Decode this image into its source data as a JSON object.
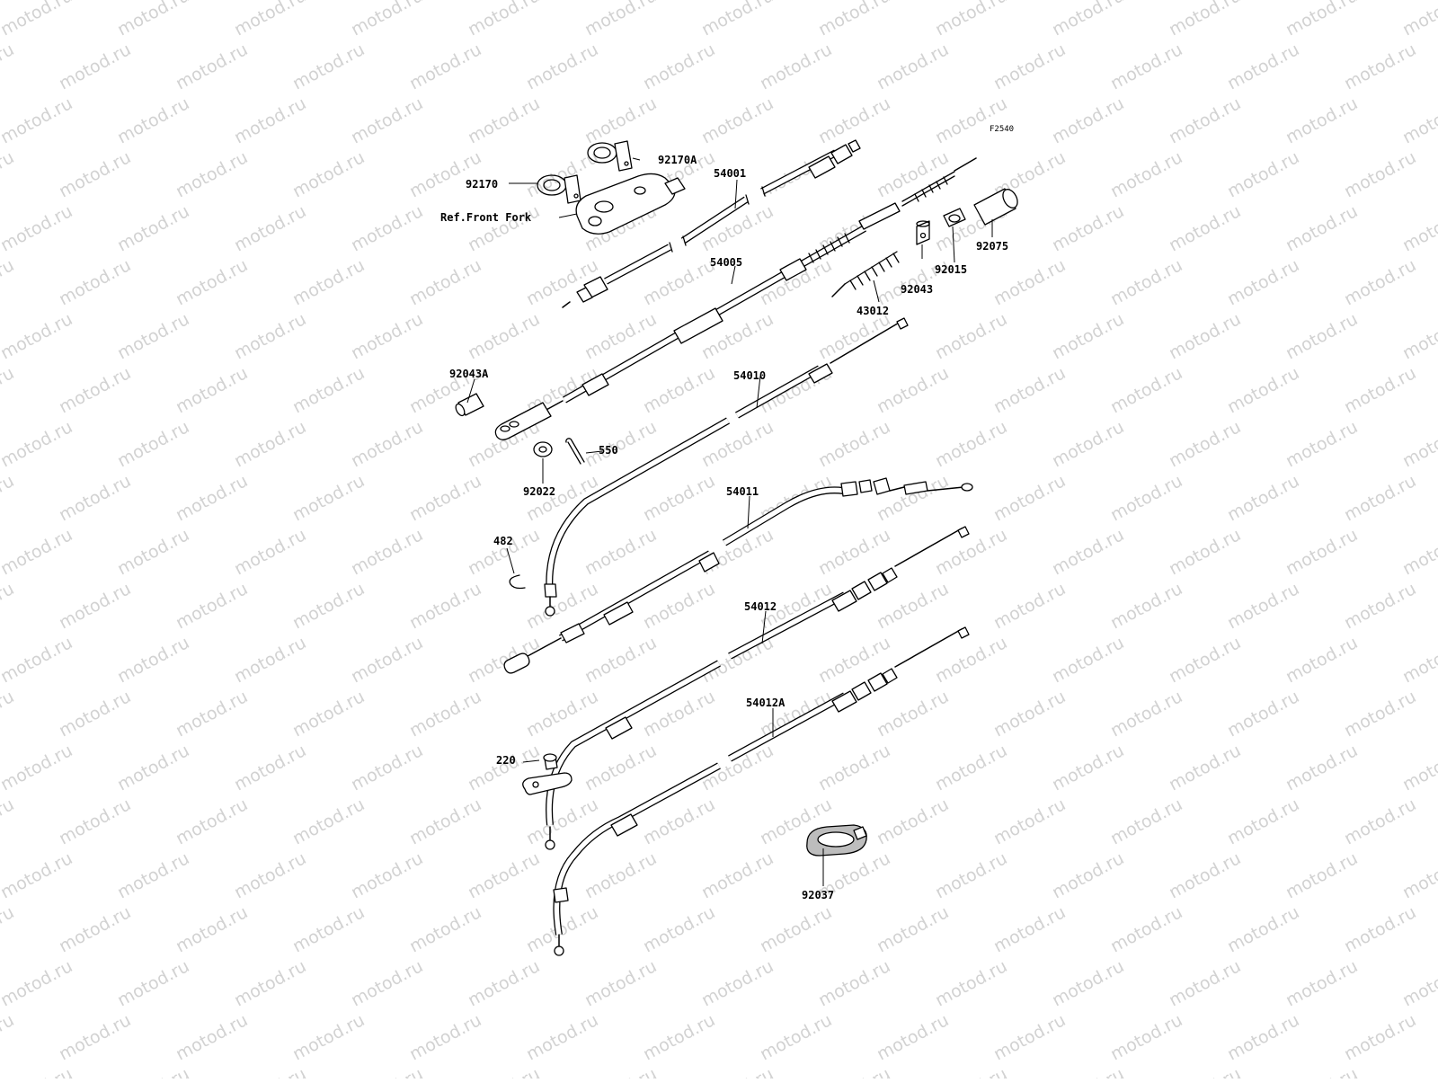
{
  "watermark": {
    "text": "motod.ru"
  },
  "diagram_code": "F2540",
  "labels": {
    "p92170A": "92170A",
    "p92170": "92170",
    "p54001": "54001",
    "ref_front_fork": "Ref.Front Fork",
    "p54005": "54005",
    "p92043": "92043",
    "p92015": "92015",
    "p92075": "92075",
    "p43012": "43012",
    "p92043A": "92043A",
    "p54010": "54010",
    "p550": "550",
    "p92022": "92022",
    "p54011": "54011",
    "p482": "482",
    "p54012": "54012",
    "p54012A": "54012A",
    "p220": "220",
    "p92037": "92037"
  }
}
